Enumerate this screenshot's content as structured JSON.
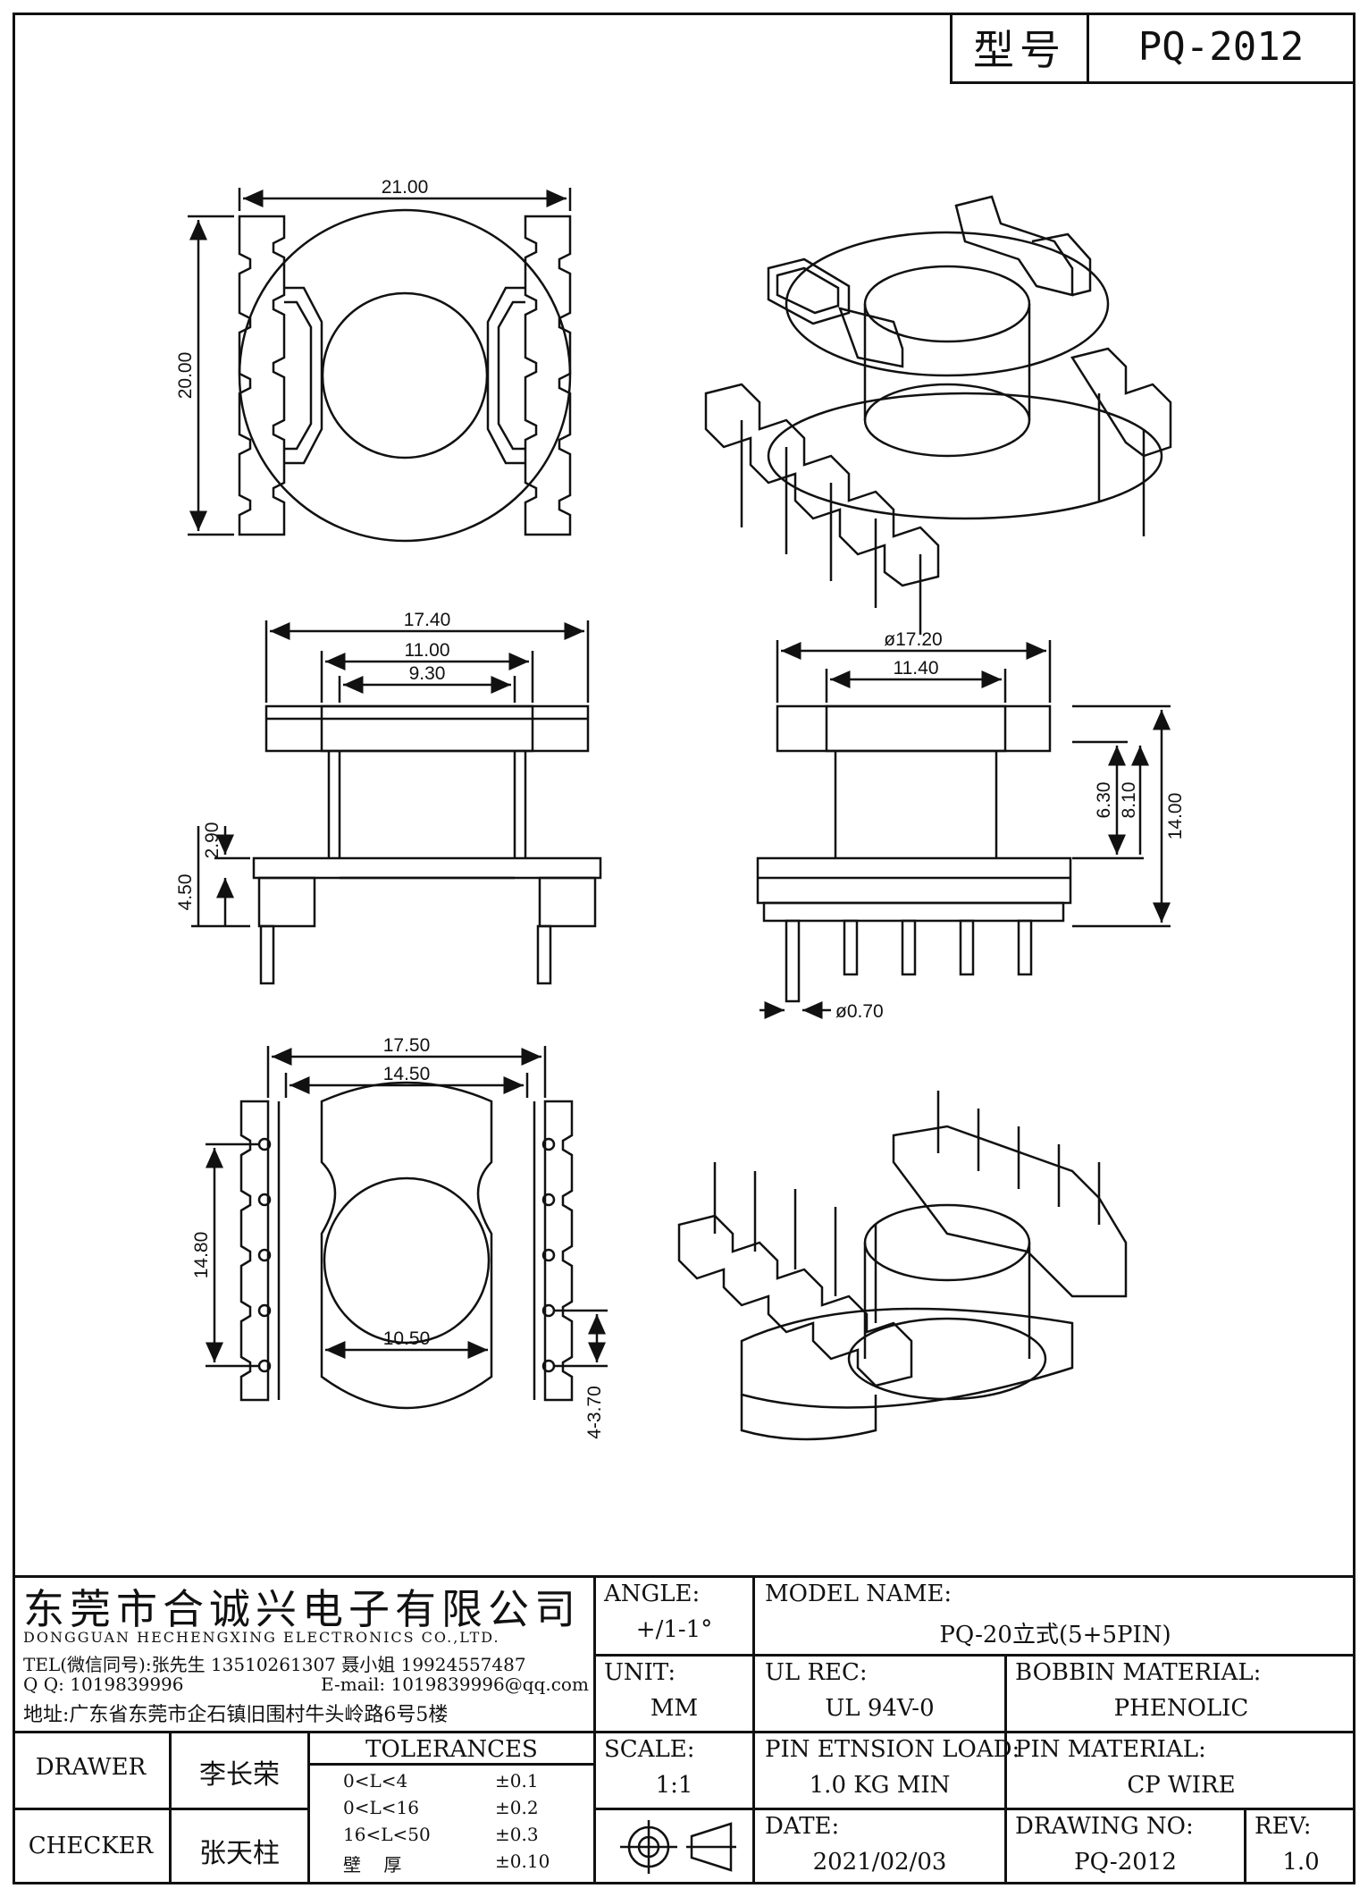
{
  "title_block": {
    "label": "型号",
    "model": "PQ-2012"
  },
  "dimensions": {
    "A": "21.00",
    "B": "20.00",
    "C": "17.40",
    "D": "11.00",
    "E": "9.30",
    "F": "2.90",
    "G": "4.50",
    "H": "ø17.20",
    "I": "11.40",
    "J": "6.30",
    "K": "8.10",
    "L": "14.00",
    "M": "ø0.70",
    "N": "17.50",
    "O": "14.50",
    "P": "14.80",
    "Q": "10.50",
    "R": "4-3.70"
  },
  "company": {
    "name_cn": "东莞市合诚兴电子有限公司",
    "name_en": "DONGGUAN HECHENGXING ELECTRONICS CO.,LTD.",
    "tel": "TEL(微信同号):张先生 13510261307 聂小姐 19924557487",
    "qq": "Q Q: 1019839996",
    "email": "E-mail: 1019839996@qq.com",
    "address": "地址:广东省东莞市企石镇旧围村牛头岭路6号5楼"
  },
  "fields": {
    "angle_label": "ANGLE:",
    "angle_value": "+/1-1°",
    "unit_label": "UNIT:",
    "unit_value": "MM",
    "scale_label": "SCALE:",
    "scale_value": "1:1",
    "model_label": "MODEL NAME:",
    "model_value": "PQ-20立式(5+5PIN)",
    "ul_label": "UL REC:",
    "ul_value": "UL 94V-0",
    "bobbin_label": "BOBBIN MATERIAL:",
    "bobbin_value": "PHENOLIC",
    "pin_load_label": "PIN ETNSION LOAD:",
    "pin_load_value": "1.0 KG MIN",
    "pin_material_label": "PIN MATERIAL:",
    "pin_material_value": "CP WIRE",
    "date_label": "DATE:",
    "date_value": "2021/02/03",
    "drawing_no_label": "DRAWING NO:",
    "drawing_no_value": "PQ-2012",
    "rev_label": "REV:",
    "rev_value": "1.0",
    "drawer_label": "DRAWER",
    "drawer_value": "李长荣",
    "checker_label": "CHECKER",
    "checker_value": "张天柱"
  },
  "tolerances": {
    "title": "TOLERANCES",
    "rows": [
      {
        "range": "0<L<4",
        "value": "±0.1"
      },
      {
        "range": "0<L<16",
        "value": "±0.2"
      },
      {
        "range": "16<L<50",
        "value": "±0.3"
      },
      {
        "range": "壁    厚",
        "value": "±0.10"
      }
    ]
  }
}
